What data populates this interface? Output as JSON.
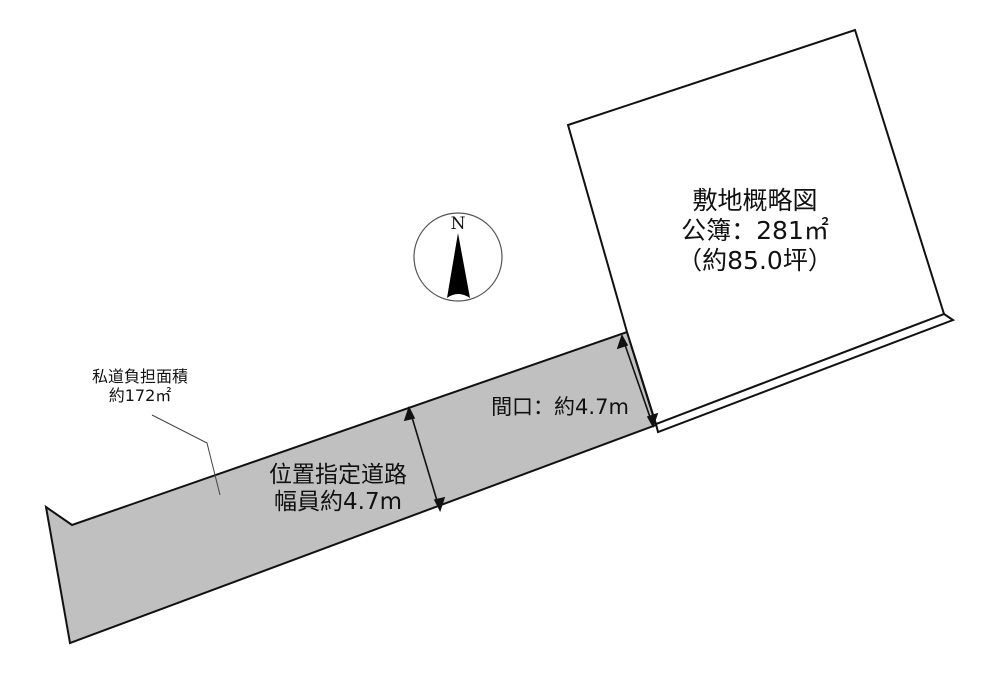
{
  "lot": {
    "title": "敷地概略図",
    "area_line": "公簿：281㎡",
    "tsubo_line": "（約85.0坪）",
    "fill": "#ffffff"
  },
  "road": {
    "line1": "位置指定道路",
    "line2": "幅員約4.7m",
    "fill": "#c0c0c0"
  },
  "frontage": {
    "label": "間口：約4.7m"
  },
  "private_road": {
    "line1": "私道負担面積",
    "line2": "約172㎡"
  },
  "compass": {
    "letter": "N",
    "icon": "north-arrow-icon"
  }
}
